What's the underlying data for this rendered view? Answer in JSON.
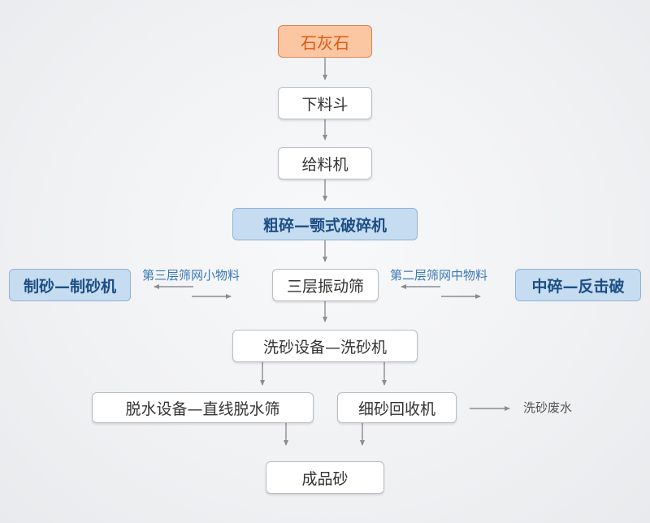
{
  "diagram": {
    "nodes": {
      "limestone": "石灰石",
      "hopper": "下料斗",
      "feeder": "给料机",
      "coarse_crush": "粗碎—颚式破碎机",
      "left_sand": "制砂—制砂机",
      "screen": "三层振动筛",
      "mid_crush": "中碎—反击破",
      "washer": "洗砂设备—洗砂机",
      "dewater": "脱水设备—直线脱水筛",
      "recycler": "细砂回收机",
      "product": "成品砂"
    },
    "labels": {
      "third_layer": "第三层筛网小物料",
      "second_layer": "第二层筛网中物料",
      "waste_water": "洗砂废水"
    },
    "colors": {
      "arrow": "#8a8d93",
      "accent_orange": "#fbc7a3",
      "accent_blue": "#c6dcf0",
      "label_blue": "#3a78b5"
    }
  }
}
